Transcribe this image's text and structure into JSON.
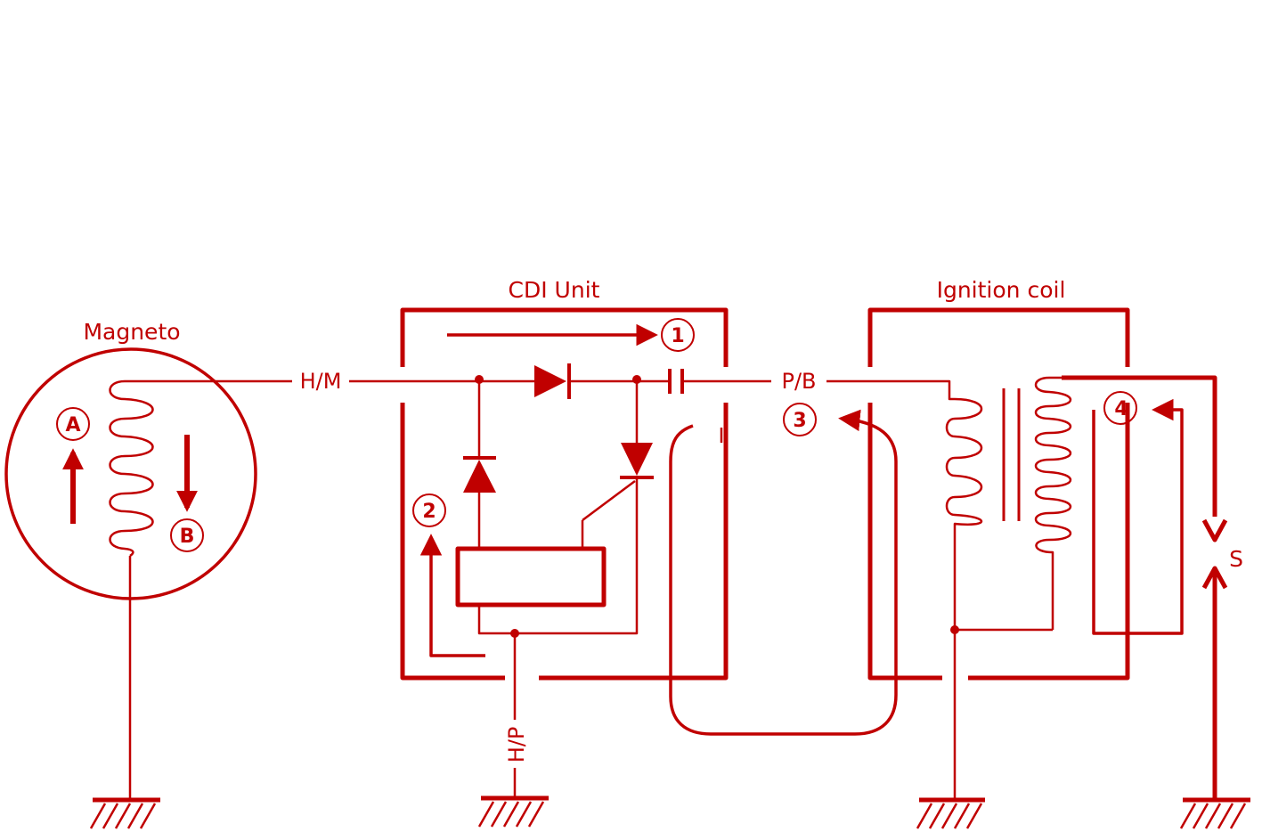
{
  "colors": {
    "ink": "#c00000",
    "background": "#ffffff"
  },
  "titles": {
    "magneto": "Magneto",
    "cdi_unit": "CDI Unit",
    "ignition_coil": "Ignition coil"
  },
  "wire_labels": {
    "hm": "H/M",
    "pb": "P/B",
    "hp": "H/P",
    "spark": "S"
  },
  "markers": {
    "a": "A",
    "b": "B",
    "m1": "1",
    "m2": "2",
    "m3": "3",
    "m4": "4"
  }
}
